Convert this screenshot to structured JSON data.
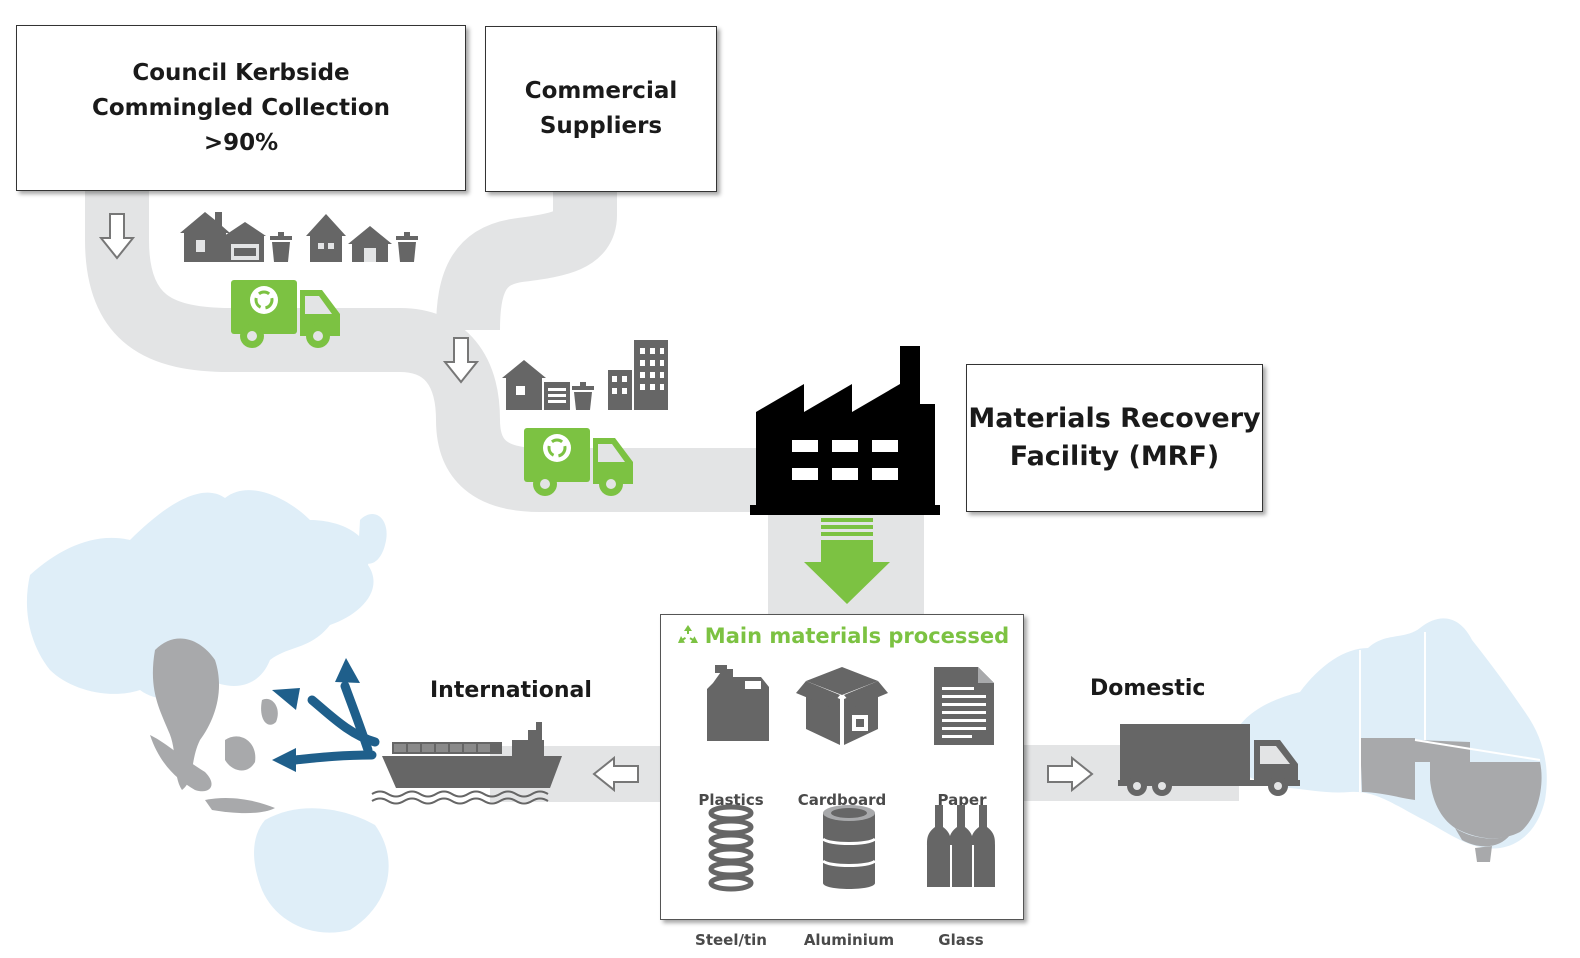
{
  "council_box": {
    "line1": "Council Kerbside",
    "line2": "Commingled Collection",
    "line3": ">90%"
  },
  "commercial_box": {
    "line1": "Commercial",
    "line2": "Suppliers"
  },
  "mrf_box": {
    "line1": "Materials Recovery",
    "line2": "Facility (MRF)"
  },
  "materials_panel": {
    "title": "Main materials processed",
    "items": [
      {
        "label": "Plastics",
        "icon": "plastic-jerrycan-icon"
      },
      {
        "label": "Cardboard",
        "icon": "cardboard-box-icon"
      },
      {
        "label": "Paper",
        "icon": "paper-document-icon"
      },
      {
        "label": "Steel/tin",
        "icon": "steel-spring-icon"
      },
      {
        "label": "Aluminium",
        "icon": "aluminium-can-icon"
      },
      {
        "label": "Glass",
        "icon": "glass-bottles-icon"
      }
    ]
  },
  "export_labels": {
    "international": "International",
    "domestic": "Domestic"
  },
  "colors": {
    "accent_green": "#7cc242",
    "path_grey": "#e3e4e5",
    "icon_grey": "#666666",
    "map_blue": "#dfeef8",
    "map_grey": "#a8a9ab",
    "arrow_blue": "#1f5f8b",
    "factory_black": "#000000"
  }
}
